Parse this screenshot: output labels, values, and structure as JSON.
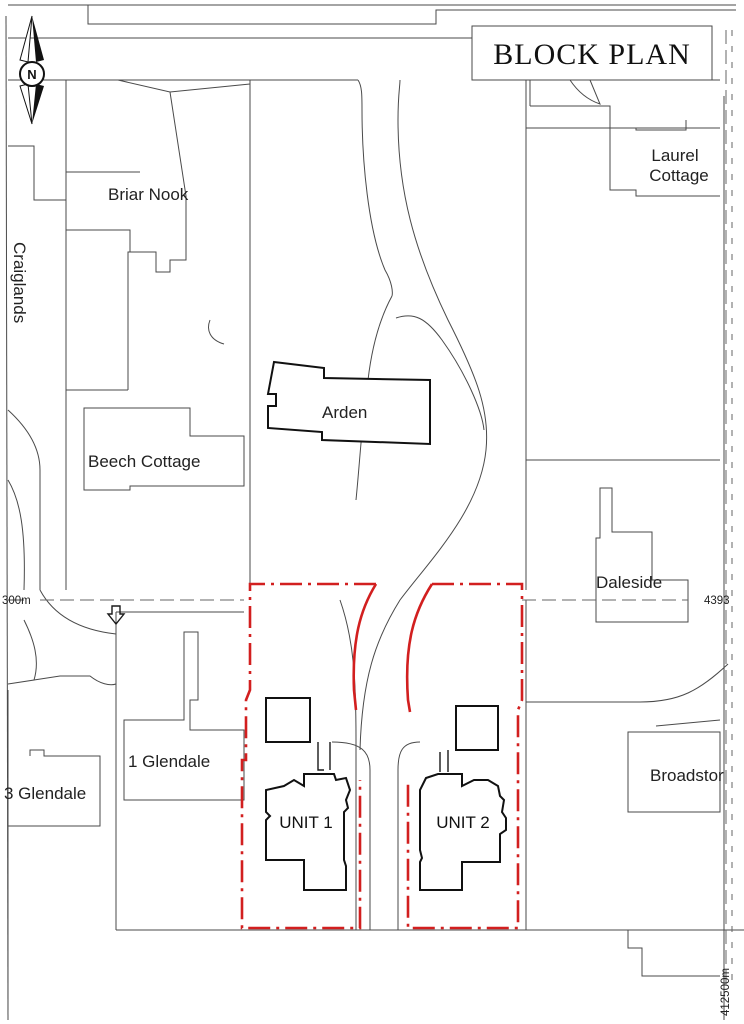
{
  "title": "BLOCK PLAN",
  "north_arrow": {
    "icon": "north-arrow-icon",
    "letter": "N"
  },
  "properties": {
    "briar_nook": "Briar Nook",
    "craiglands": "Craiglands",
    "beech_cottage": "Beech Cottage",
    "laurel_cottage_line1": "Laurel",
    "laurel_cottage_line2": "Cottage",
    "arden": "Arden",
    "daleside": "Daleside",
    "glendale_1": "1 Glendale",
    "glendale_3": "3 Glendale",
    "broadstone": "Broadstor"
  },
  "units": {
    "unit1": "UNIT 1",
    "unit2": "UNIT 2"
  },
  "grid_labels": {
    "left_northing": "300m",
    "right_northing": "4393",
    "bottom_easting": "412500m"
  },
  "colors": {
    "site_boundary": "#d21f1f",
    "linework": "#4a4a4a",
    "buildings": "#111111"
  }
}
